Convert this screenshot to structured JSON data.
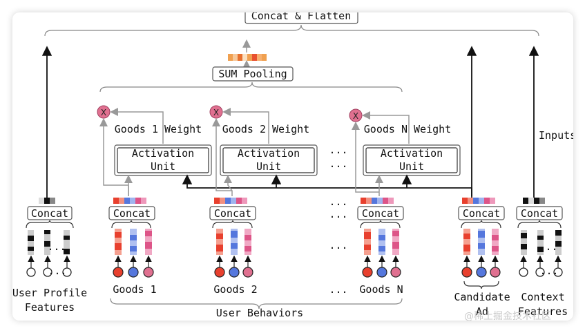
{
  "diagram": {
    "top_label": "Concat & Flatten",
    "sum_pooling": "SUM Pooling",
    "activation_unit_line1": "Activation",
    "activation_unit_line2": "Unit",
    "concat": "Concat",
    "weights": [
      "Goods 1 Weight",
      "Goods 2 Weight",
      "Goods N Weight"
    ],
    "goods": [
      "Goods 1",
      "Goods 2",
      "Goods N"
    ],
    "user_behaviors": "User Behaviors",
    "user_profile_line1": "User Profile",
    "user_profile_line2": "Features",
    "candidate_line1": "Candidate",
    "candidate_line2": "Ad",
    "context_line1": "Context",
    "context_line2": "Features",
    "inputs": "Inputs",
    "ellipsis": "...",
    "multiply": "X",
    "watermark": "@稀土掘金技术社区"
  },
  "colors": {
    "red": "#e8402e",
    "blue": "#5577dd",
    "pink": "#dd5588",
    "orange": "#f0a050",
    "circle_pink": "#e07090"
  }
}
